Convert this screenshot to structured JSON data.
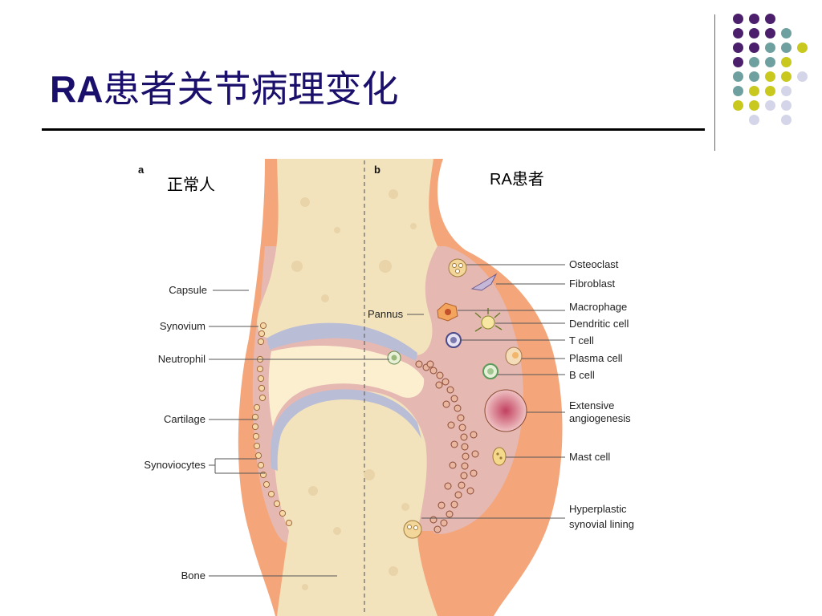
{
  "title": {
    "prefix": "RA",
    "rest": "患者关节病理变化"
  },
  "figure": {
    "panel_a": "a",
    "panel_b": "b",
    "normal_caption": "正常人",
    "ra_caption": "RA患者",
    "left_labels": [
      "Capsule",
      "Synovium",
      "Neutrophil",
      "Cartilage",
      "Synoviocytes",
      "Bone"
    ],
    "pannus_label": "Pannus",
    "right_labels": [
      "Osteoclast",
      "Fibroblast",
      "Macrophage",
      "Dendritic cell",
      "T cell",
      "Plasma cell",
      "B cell",
      "Extensive",
      "angiogenesis",
      "Mast cell",
      "Hyperplastic",
      "synovial lining"
    ]
  },
  "colors": {
    "title": "#1a0f6b",
    "capsule": "#f4a67a",
    "bone": "#f3e3bd",
    "synovium": "#e2b3ad",
    "cartilage": "#b9bdd6",
    "dot_purple": "#4b1f6b",
    "dot_teal": "#6fa0a0",
    "dot_yellow": "#c8c81e",
    "dot_lavender": "#d5d5ea"
  }
}
